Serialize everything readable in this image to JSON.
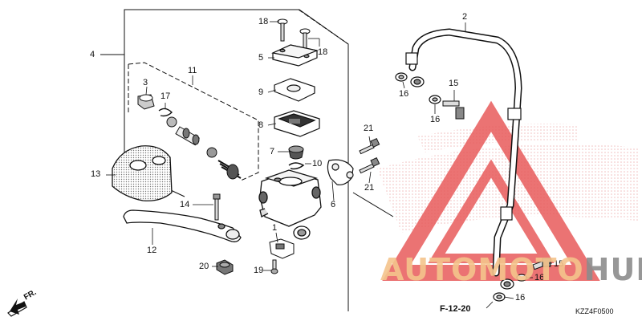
{
  "callouts": {
    "c1": "1",
    "c2": "2",
    "c3": "3",
    "c4": "4",
    "c5": "5",
    "c6": "6",
    "c7": "7",
    "c8": "8",
    "c9": "9",
    "c10": "10",
    "c11": "11",
    "c12": "12",
    "c13": "13",
    "c14": "14",
    "c15a": "15",
    "c15b": "15",
    "c16a": "16",
    "c16b": "16",
    "c16c": "16",
    "c16d": "16",
    "c17": "17",
    "c18a": "18",
    "c18b": "18",
    "c19": "19",
    "c20": "20",
    "c21a": "21",
    "c21b": "21"
  },
  "reference": "F-12-20",
  "direction": "FR.",
  "part_code": "KZZ4F0500",
  "watermark": {
    "brand_a": "AUTOMOTO",
    "brand_b": "HUB",
    "color_a": "#f4c48c",
    "color_b": "#8c8c8c",
    "triangle_color": "#e85a5a"
  }
}
